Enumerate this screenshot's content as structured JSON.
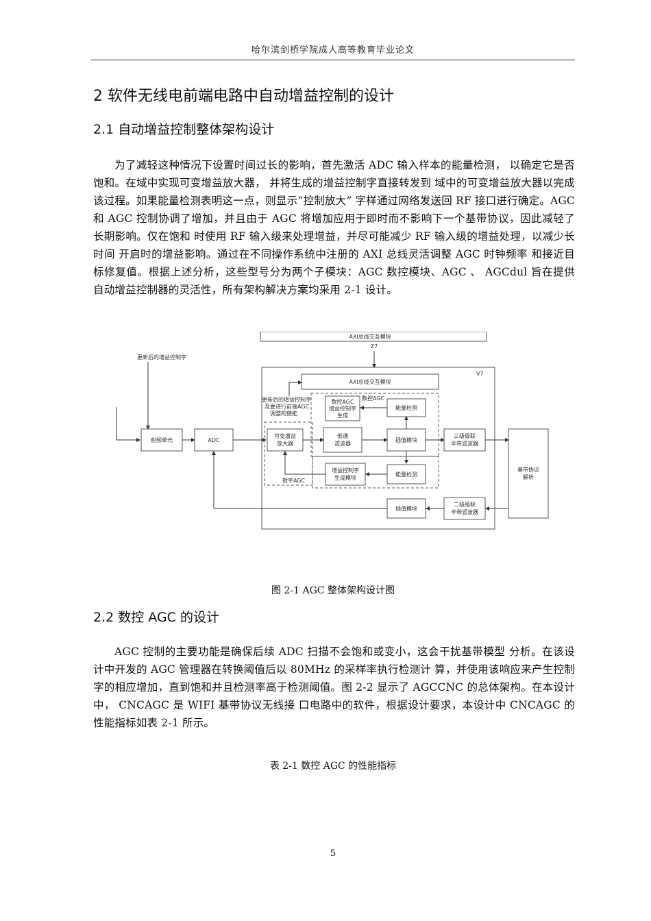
{
  "header": {
    "title": "哈尔滨剑桥学院成人高等教育毕业论文"
  },
  "chapter": {
    "title": "2  软件无线电前端电路中自动增益控制的设计"
  },
  "section_1": {
    "title": "2.1   自动增益控制整体架构设计",
    "paragraph": "为了减轻这种情况下设置时间过长的影响，首先激活  ADC 输入样本的能量检测，  以确定它是否饱和。在域中实现可变增益放大器，  并将生成的增益控制字直接转发到  域中的可变增益放大器以完成该过程。如果能量检测表明这一点，则显示“控制放大” 字样通过网络发送回  RF  接口进行确定。AGC  和  AGC  控制协调了增加，并且由于  AGC  将增加应用于即时而不影响下一个基带协议，因此减轻了长期影响。仅在饱和  时使用  RF 输入级来处理增益，并尽可能减少  RF 输入级的增益处理，以减少长时间  开启时的增益影响。通过在不同操作系统中注册的  AXI 总线灵活调整  AGC 时钟频率  和接近目标修复值。根据上述分析，这些型号分为两个子模块：AGC 数控模块、AGC 、  AGCdul 旨在提供自动增益控制器的灵活性，所有架构解决方案均采用  2-1 设计。"
  },
  "figure": {
    "caption": "图  2-1    AGC  整体架构设计图",
    "labels": {
      "axi_top": "AXI总线交互模块",
      "z7": "Z7",
      "v7": "V7",
      "updated_gain": "更新后的增益控制字",
      "axi": "AXI总线交互模块",
      "updated_gain_2": "更新后的增益控制字",
      "updated_gain_3": "及要进行前端AGC",
      "updated_gain_4": "调整的使能",
      "nc_gain_1": "数控AGC",
      "nc_gain_2": "增益控制字",
      "nc_gain_3": "生成",
      "nc_agc": "数控AGC",
      "energy_1": "能量检测",
      "rf_unit": "射频单元",
      "adc": "ADC",
      "vga_1": "可变增益",
      "vga_2": "放大器",
      "lpf_1": "低通",
      "lpf_2": "滤波器",
      "interp_1": "插值模块",
      "hb3_1": "三级级联",
      "hb3_2": "半带滤波器",
      "baseband_1": "基带协议",
      "baseband_2": "解析",
      "gain_gen_1": "增益控制字",
      "gain_gen_2": "生成模块",
      "energy_2": "能量检测",
      "digital_agc": "数字AGC",
      "interp_2": "插值模块",
      "hb2_1": "二级级联",
      "hb2_2": "半带滤波器"
    }
  },
  "section_2": {
    "title": "2.2  数控  AGC 的设计",
    "paragraph": "AGC 控制的主要功能是确保后续  ADC 扫描不会饱和或变小，这会干扰基带模型  分析。在该设计中开发的  AGC 管理器在转换阈值后以  80MHz  的采样率执行检测计  算，并使用该响应来产生控制字的相应增加，直到饱和并且检测率高于检测阈值。图  2-2  显示了  AGCCNC  的总体架构。在本设计中，   CNCAGC 是  WIFI 基带协议无线接  口电路中的软件，根据设计要求，本设计中  CNCAGC 的性能指标如表 2-1 所示。"
  },
  "table_caption": "表  2-1  数控  AGC  的性能指标",
  "page_number": "5"
}
